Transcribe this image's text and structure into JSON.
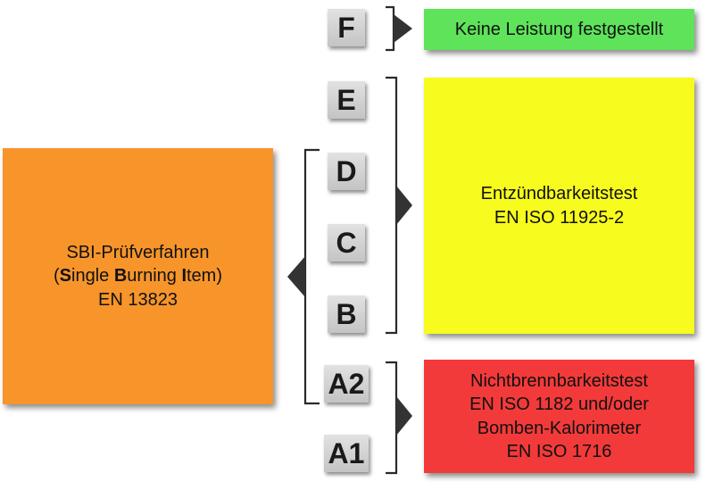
{
  "sbi": {
    "line1": "SBI-Prüfverfahren",
    "line2_open": "(",
    "line2_s": "S",
    "line2_ingle": "ingle ",
    "line2_b": "B",
    "line2_urning": "urning ",
    "line2_i": "I",
    "line2_tem": "tem)",
    "line3": "EN 13823",
    "color": "#f7952b"
  },
  "classes": {
    "f": "F",
    "e": "E",
    "d": "D",
    "c": "C",
    "b": "B",
    "a2": "A2",
    "a1": "A1"
  },
  "results": {
    "no_performance": {
      "text": "Keine Leistung festgestellt",
      "color": "#5ee35a"
    },
    "ignitability": {
      "line1": "Entzündbarkeitstest",
      "line2": "EN ISO 11925-2",
      "color": "#f7fb1e"
    },
    "non_combustibility": {
      "line1": "Nichtbrennbarkeitstest",
      "line2": "EN ISO 1182 und/oder",
      "line3": "Bomben-Kalorimeter",
      "line4": "EN ISO 1716",
      "color": "#f33a3a"
    }
  },
  "bracket_color": "#2a2a2a"
}
